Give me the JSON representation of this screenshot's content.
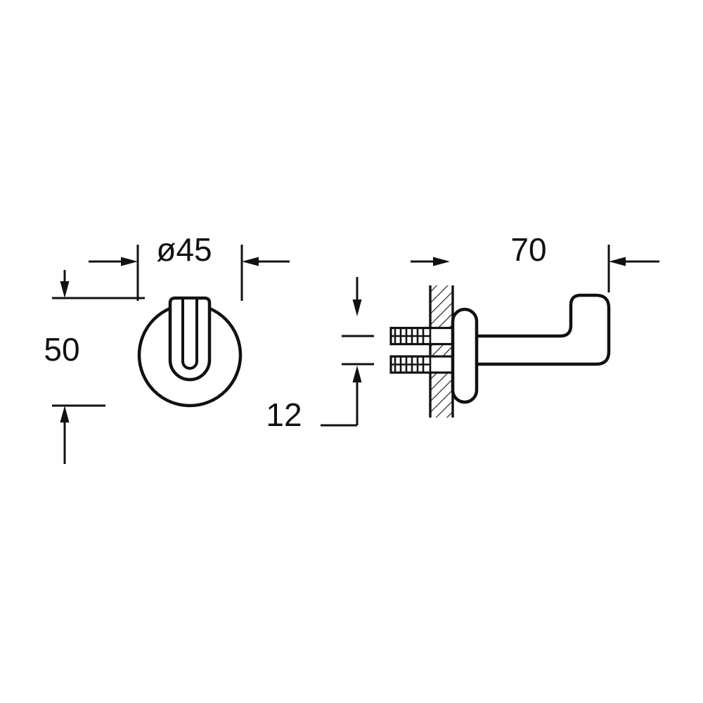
{
  "drawing": {
    "subject": "wall-mounted robe hook, front and side technical views",
    "dimensions": {
      "diameter": {
        "label": "ø45",
        "value": 45
      },
      "height": {
        "label": "50",
        "value": 50
      },
      "depth": {
        "label": "70",
        "value": 70
      },
      "spacing": {
        "label": "12",
        "value": 12
      }
    },
    "colors": {
      "line": "#111111",
      "background": "#ffffff"
    }
  }
}
